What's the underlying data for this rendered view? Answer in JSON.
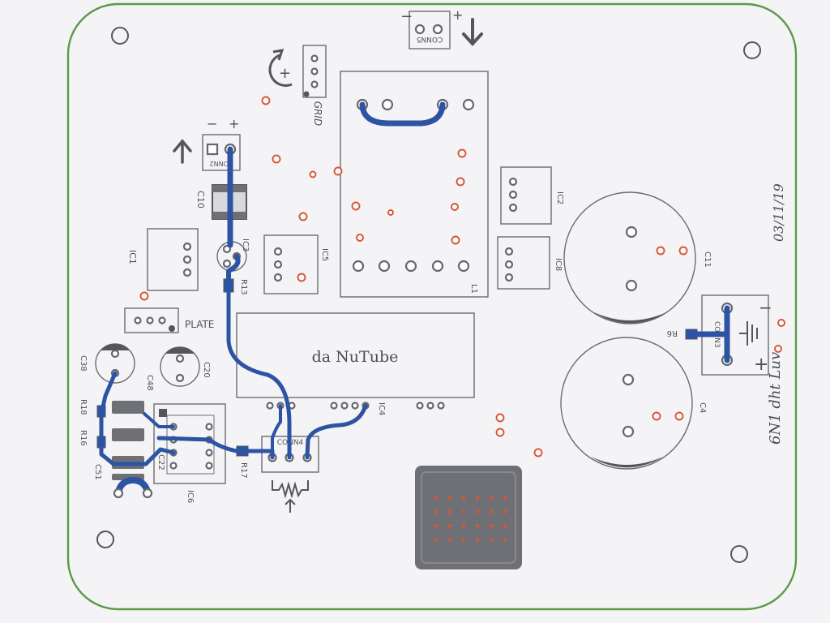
{
  "colors": {
    "paper": "#f4f4f6",
    "board_outline": "#5a9a4a",
    "trace": "#2c53a4",
    "via_ring": "#d95436",
    "silkscreen": "#6b6c72",
    "inductor_block": "#6f7075"
  },
  "board": {
    "title": "6N1 dht Luv",
    "date": "03/11/19",
    "tube_label": "da NuTube"
  },
  "labels": {
    "grid": "GRID",
    "plate": "PLATE",
    "plus": "+",
    "minus": "−",
    "ic1": "IC1",
    "ic2": "IC2",
    "ic3": "IC3",
    "ic4": "IC4",
    "ic5": "IC5",
    "ic6": "IC6",
    "ic8": "IC8",
    "c4": "C4",
    "c10": "C10",
    "c11": "C11",
    "c20": "C20",
    "c22": "C22",
    "c38": "C38",
    "c48": "C48",
    "c51": "C51",
    "r6": "R6",
    "r13": "R13",
    "r16": "R16",
    "r17": "R17",
    "r18": "R18",
    "l1": "L1",
    "conn2": "CONN2",
    "conn3": "CONN3",
    "conn4": "CONN4",
    "conn5": "CONN5"
  },
  "icons": {
    "arrows": "arrow-icon",
    "rotate": "rotate-arrow-icon",
    "potentiometer": "potentiometer-icon",
    "ground": "ground-icon"
  }
}
